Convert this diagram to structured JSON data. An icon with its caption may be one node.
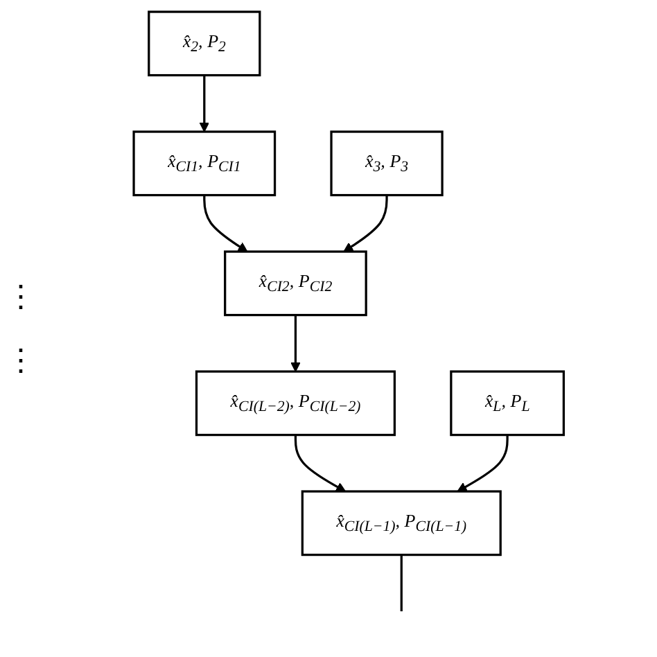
{
  "diagram": {
    "nodes": [
      {
        "text": [
          "x̂$_{2}$, P$_{2}$"
        ]
      },
      {
        "text": [
          "x̂$_{CI1}$, P$_{CI1}$"
        ]
      },
      {
        "text": [
          "x̂$_{3}$, P$_{3}$"
        ]
      },
      {
        "text": [
          "x̂$_{CI2}$, P$_{CI2}$"
        ]
      },
      {
        "text": [
          "x̂$_{CI(L−2)}$, P$_{CI(L−2)}$"
        ]
      },
      {
        "text": [
          "x̂$_{L}$, P$_{L}$"
        ]
      },
      {
        "text": [
          "x̂$_{CI(L−1)}$, P$_{CI(L−1)}$"
        ]
      }
    ],
    "edges": [
      {
        "from": 0,
        "to": 1,
        "arrow": "to"
      },
      {
        "from": 1,
        "to": 3,
        "arrow": "to"
      },
      {
        "from": 2,
        "to": 3,
        "arrow": "to"
      },
      {
        "from": 3,
        "to": 4,
        "arrow": "to"
      },
      {
        "from": 4,
        "to": 6,
        "arrow": "to"
      },
      {
        "from": 5,
        "to": 6,
        "arrow": "to"
      },
      {
        "from": 6,
        "to": null,
        "arrow": "none"
      }
    ],
    "labels": [
      "⋮",
      "⋮"
    ]
  }
}
